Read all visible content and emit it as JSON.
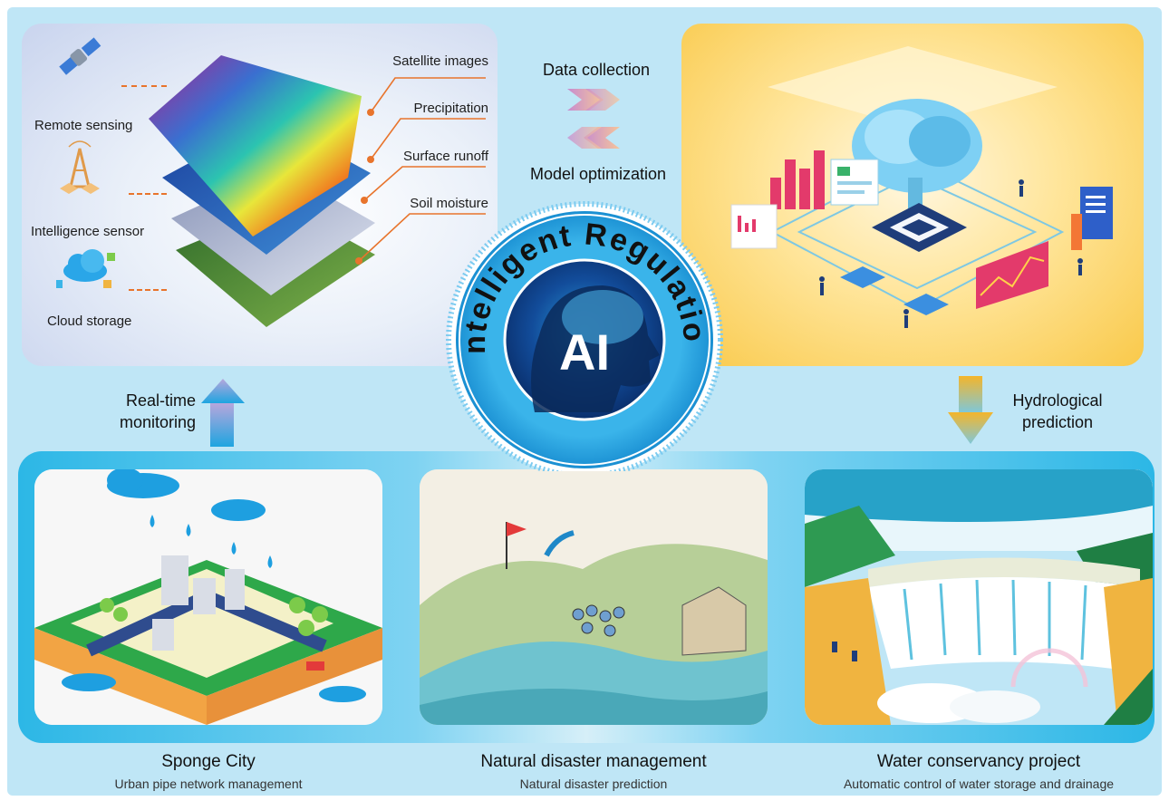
{
  "center": {
    "ring_text": "Intelligent Regulation",
    "core_text": "AI"
  },
  "data_panel": {
    "sources": [
      {
        "label": "Remote sensing",
        "icon": "satellite-icon"
      },
      {
        "label": "Intelligence sensor",
        "icon": "antenna-tower-icon"
      },
      {
        "label": "Cloud storage",
        "icon": "cloud-storage-icon"
      }
    ],
    "layers": [
      "Satellite images",
      "Precipitation",
      "Surface runoff",
      "Soil moisture"
    ]
  },
  "flows": {
    "data_collection": "Data collection",
    "model_optimization": "Model optimization",
    "real_time_monitoring": [
      "Real-time",
      "monitoring"
    ],
    "hydrological_prediction": [
      "Hydrological",
      "prediction"
    ]
  },
  "applications": [
    {
      "title": "Sponge City",
      "subtitle": "Urban pipe network management"
    },
    {
      "title": "Natural disaster management",
      "subtitle": "Natural disaster prediction"
    },
    {
      "title": "Water conservancy project",
      "subtitle": "Automatic control of water storage and drainage"
    }
  ],
  "colors": {
    "background": "#bfe6f6",
    "ring": "#1e9fe0",
    "accent_orange": "#e8742c",
    "ai_panel": "#f9c94a"
  }
}
